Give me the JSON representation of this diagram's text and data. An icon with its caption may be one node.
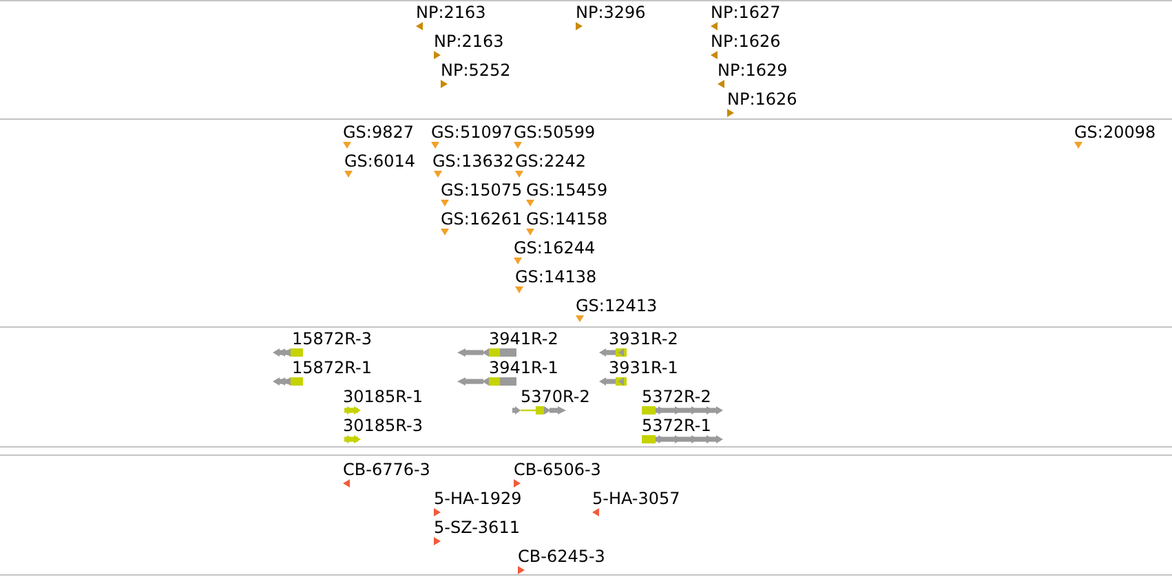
{
  "diagram": {
    "labels": [
      "NP:2163",
      "NP:3296",
      "NP:1627",
      "NP:2163",
      "NP:1626",
      "NP:5252",
      "NP:1629",
      "NP:1626",
      "GS:9827",
      "GS:51097",
      "GS:50599",
      "GS:20098",
      "GS:6014",
      "GS:13632",
      "GS:2242",
      "GS:15075",
      "GS:15459",
      "GS:16261",
      "GS:14158",
      "GS:16244",
      "GS:14138",
      "GS:12413",
      "15872R-3",
      "3941R-2",
      "3931R-2",
      "15872R-1",
      "3941R-1",
      "3931R-1",
      "30185R-1",
      "5370R-2",
      "5372R-2",
      "30185R-3",
      "5372R-1",
      "CB-6776-3",
      "CB-6506-3",
      "5-HA-1929",
      "5-HA-3057",
      "5-SZ-3611",
      "CB-6245-3"
    ]
  }
}
